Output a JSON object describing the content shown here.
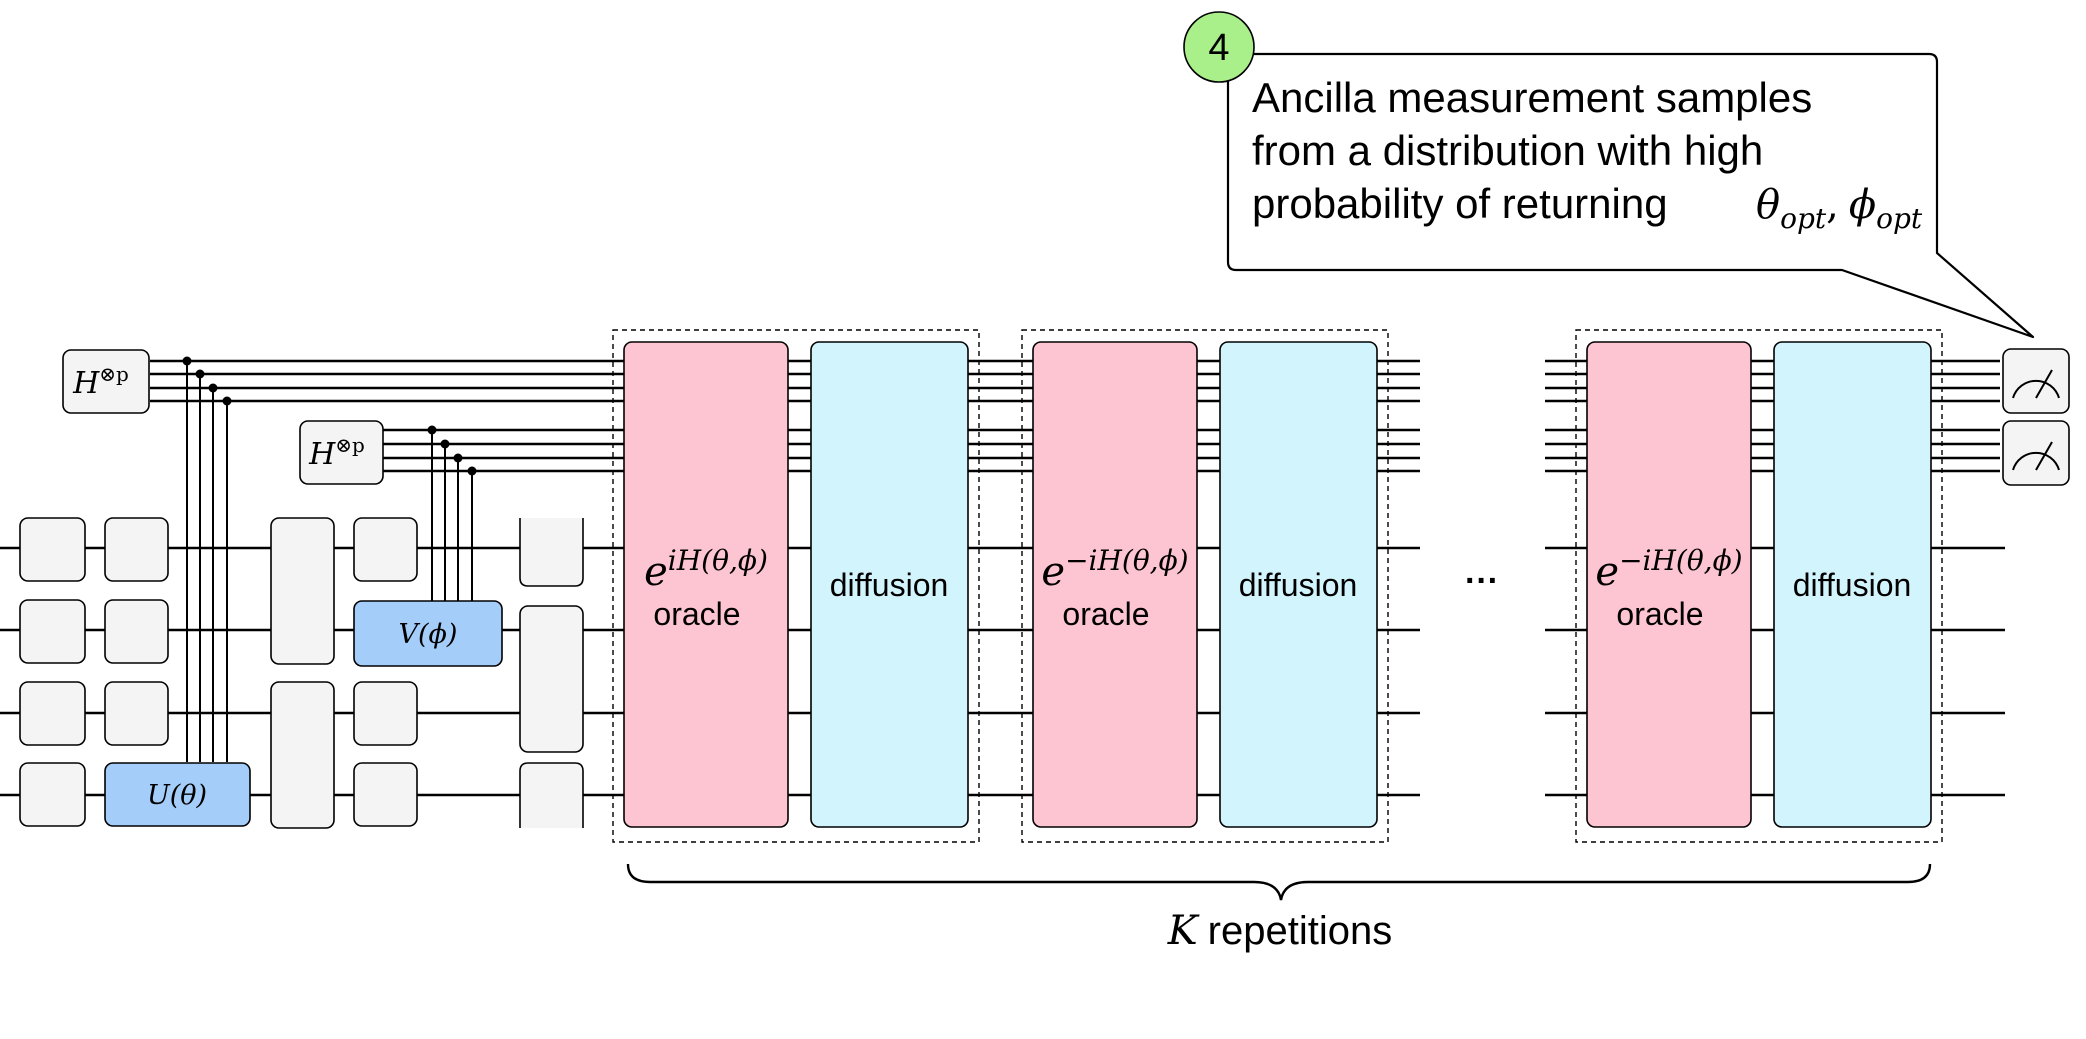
{
  "step_badge": {
    "number": "4",
    "color": "#a9f08a"
  },
  "callout": {
    "lines": [
      "Ancilla measurement samples",
      "from a distribution with high",
      "probability of returning"
    ],
    "math": "θopt, ϕopt",
    "math_base_1": "θ",
    "math_sub_1": "opt",
    "math_sep": ",",
    "math_base_2": "ϕ",
    "math_sub_2": "opt"
  },
  "gates": {
    "hadamard_top": {
      "base": "H",
      "sup": "⊗p"
    },
    "hadamard_second": {
      "base": "H",
      "sup": "⊗p"
    },
    "u_gate": "U(θ)",
    "v_gate": "V(ϕ)"
  },
  "blocks": [
    {
      "oracle_base": "e",
      "oracle_exp": "iH(θ,ϕ)",
      "oracle_label": "oracle",
      "diffusion_label": "diffusion"
    },
    {
      "oracle_base": "e",
      "oracle_exp": "−iH(θ,ϕ)",
      "oracle_label": "oracle",
      "diffusion_label": "diffusion"
    },
    {
      "oracle_base": "e",
      "oracle_exp": "−iH(θ,ϕ)",
      "oracle_label": "oracle",
      "diffusion_label": "diffusion"
    }
  ],
  "ellipsis": "···",
  "repetitions": {
    "variable": "K",
    "text": "repetitions"
  },
  "colors": {
    "oracle": "#fdc4d2",
    "diffusion": "#d2f4fc",
    "param_gate": "#a4cdf9",
    "plain_gate": "#f4f4f4",
    "wire": "#000000"
  }
}
